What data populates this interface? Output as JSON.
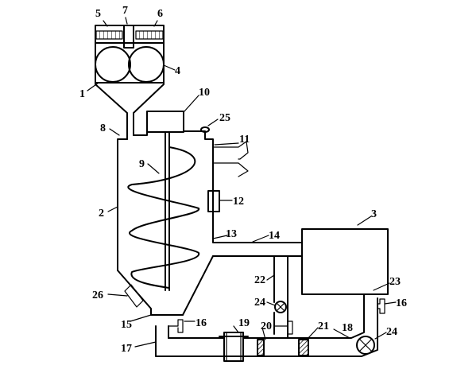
{
  "labels": {
    "l1": "1",
    "l2": "2",
    "l3": "3",
    "l4": "4",
    "l5": "5",
    "l6": "6",
    "l7": "7",
    "l8": "8",
    "l9": "9",
    "l10": "10",
    "l11": "11",
    "l12": "12",
    "l13": "13",
    "l14": "14",
    "l15": "15",
    "l16a": "16",
    "l16b": "16",
    "l17": "17",
    "l18": "18",
    "l19": "19",
    "l20": "20",
    "l21": "21",
    "l22": "22",
    "l23": "23",
    "l24a": "24",
    "l24b": "24",
    "l25": "25",
    "l26": "26"
  }
}
